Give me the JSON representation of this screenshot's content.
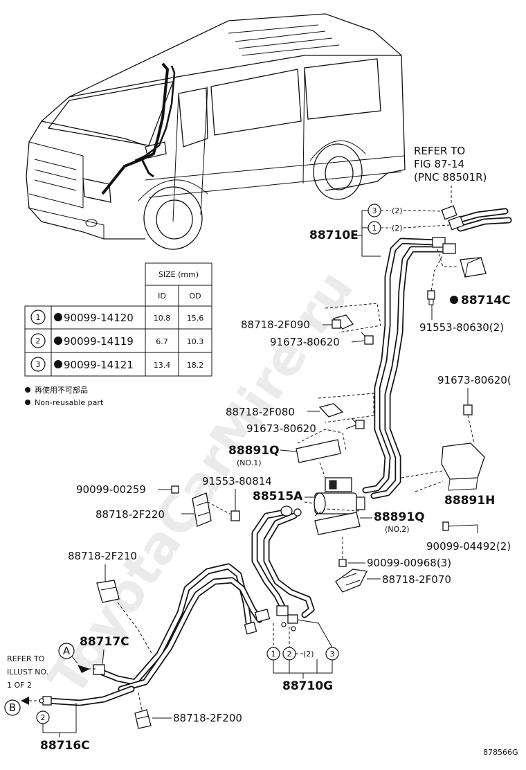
{
  "watermark": "ToyotaCarMire.ru",
  "figure_code": "878566G",
  "refer_fig": {
    "line1": "REFER TO",
    "line2": "FIG 87-14",
    "line3": "(PNC 88501R)"
  },
  "refer_illust": {
    "line1": "REFER TO",
    "line2": "ILLUST NO.",
    "line3": "1 OF 2"
  },
  "size_table": {
    "header_size": "SIZE (mm)",
    "header_id": "ID",
    "header_od": "OD",
    "rows": [
      {
        "no": "1",
        "part": "90099-14120",
        "id": "10.8",
        "od": "15.6"
      },
      {
        "no": "2",
        "part": "90099-14119",
        "id": "6.7",
        "od": "10.3"
      },
      {
        "no": "3",
        "part": "90099-14121",
        "id": "13.4",
        "od": "18.2"
      }
    ]
  },
  "legend": {
    "jp": "再使用不可部品",
    "en": "Non-reusable part"
  },
  "labels": {
    "p88710E": "88710E",
    "p88714C": "88714C",
    "p91553_80630": "91553-80630(2)",
    "p88718_2F090": "88718-2F090",
    "p91673_80620a": "91673-80620",
    "p91673_80620b": "91673-80620(",
    "p88718_2F080": "88718-2F080",
    "p91673_80620c": "91673-80620",
    "p88891Q_1": "88891Q",
    "no1": "(NO.1)",
    "p88891H": "88891H",
    "p90099_00259": "90099-00259",
    "p91553_80814": "91553-80814",
    "p88515A": "88515A",
    "p88718_2F220": "88718-2F220",
    "p88891Q_2": "88891Q",
    "no2": "(NO.2)",
    "p90099_04492": "90099-04492(2)",
    "p90099_00968": "90099-00968(3)",
    "p88718_2F210": "88718-2F210",
    "p88718_2F070": "88718-2F070",
    "p88717C": "88717C",
    "p88710G": "88710G",
    "p88718_2F200": "88718-2F200",
    "p88716C": "88716C"
  },
  "callouts": {
    "c3": "3",
    "c1": "1",
    "c2": "2",
    "qty2": "(2)",
    "A": "A",
    "B": "B"
  }
}
